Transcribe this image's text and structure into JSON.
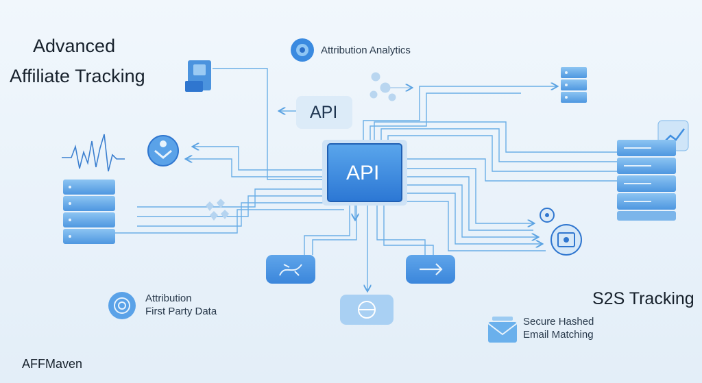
{
  "title": {
    "line1": "Advanced",
    "line2": "Affiliate Tracking"
  },
  "labels": {
    "attribution_analytics": "Attribution Analytics",
    "api_tag": "API",
    "api_core": "API",
    "attribution_first_party": "Attribution\nFirst Party Data",
    "s2s_tracking": "S2S Tracking",
    "secure_hashed": "Secure Hashed\nEmail Matching",
    "brand": "AFFMaven"
  },
  "icons": [
    "user-block-icon",
    "analytics-circle-icon",
    "network-nodes-icon",
    "server-small-icon",
    "chart-screen-icon",
    "server-rack-icon",
    "waveform-icon",
    "chevron-user-icon",
    "server-left-icon",
    "heart-cluster-icon",
    "tag-circle-icon",
    "secure-doc-icon",
    "link-button-icon",
    "arrow-button-icon",
    "globe-button-icon",
    "fingerprint-icon",
    "mail-icon"
  ],
  "colors": {
    "accent": "#3f8ee0",
    "accent_dark": "#2a6fc9",
    "line": "#6aaee6",
    "panel": "#d3e8f8",
    "text": "#16202b"
  }
}
